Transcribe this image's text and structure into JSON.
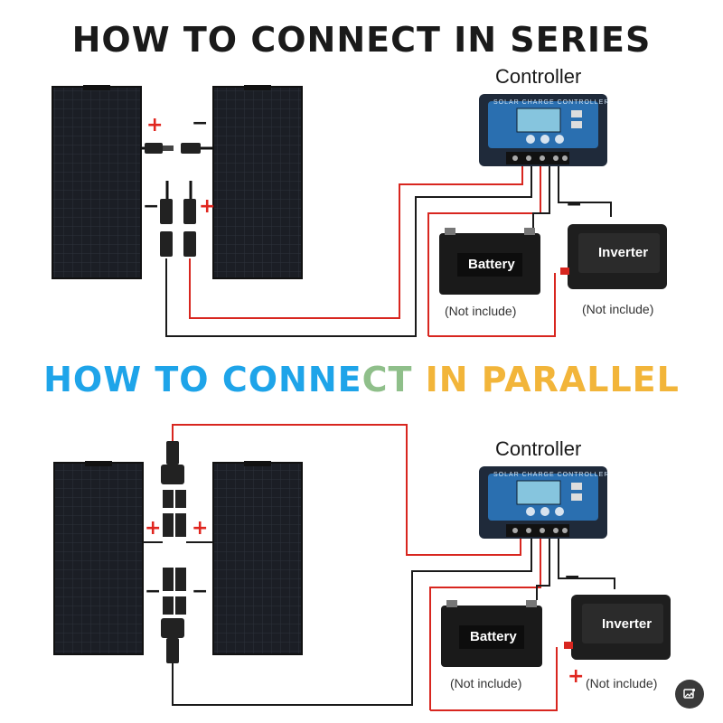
{
  "series": {
    "title": "HOW TO CONNECT IN SERIES",
    "controller_label": "Controller",
    "controller_brand": "SOLAR CHARGE CONTROLLER",
    "battery_label": "Battery",
    "battery_note": "(Not include)",
    "inverter_label": "Inverter",
    "inverter_note": "(Not include)",
    "plus": "+",
    "minus": "−"
  },
  "parallel": {
    "title_part1": "HOW TO CONNE",
    "title_part2": "CT ",
    "title_part3": "IN PARALLEL",
    "controller_label": "Controller",
    "controller_brand": "SOLAR CHARGE CONTROLLER",
    "battery_label": "Battery",
    "battery_note": "(Not include)",
    "inverter_label": "Inverter",
    "inverter_note": "(Not include)",
    "plus": "+",
    "minus": "−"
  },
  "colors": {
    "wire_positive": "#d8261f",
    "wire_negative": "#1a1a1a",
    "panel": "#1c1f26",
    "controller_body": "#1f2a3a",
    "controller_screen": "#2aa8d8",
    "title_parallel_blue": "#1ea4e9",
    "title_parallel_yellow": "#f2b53a"
  },
  "icons": {
    "corner_button": "image-search-icon"
  }
}
